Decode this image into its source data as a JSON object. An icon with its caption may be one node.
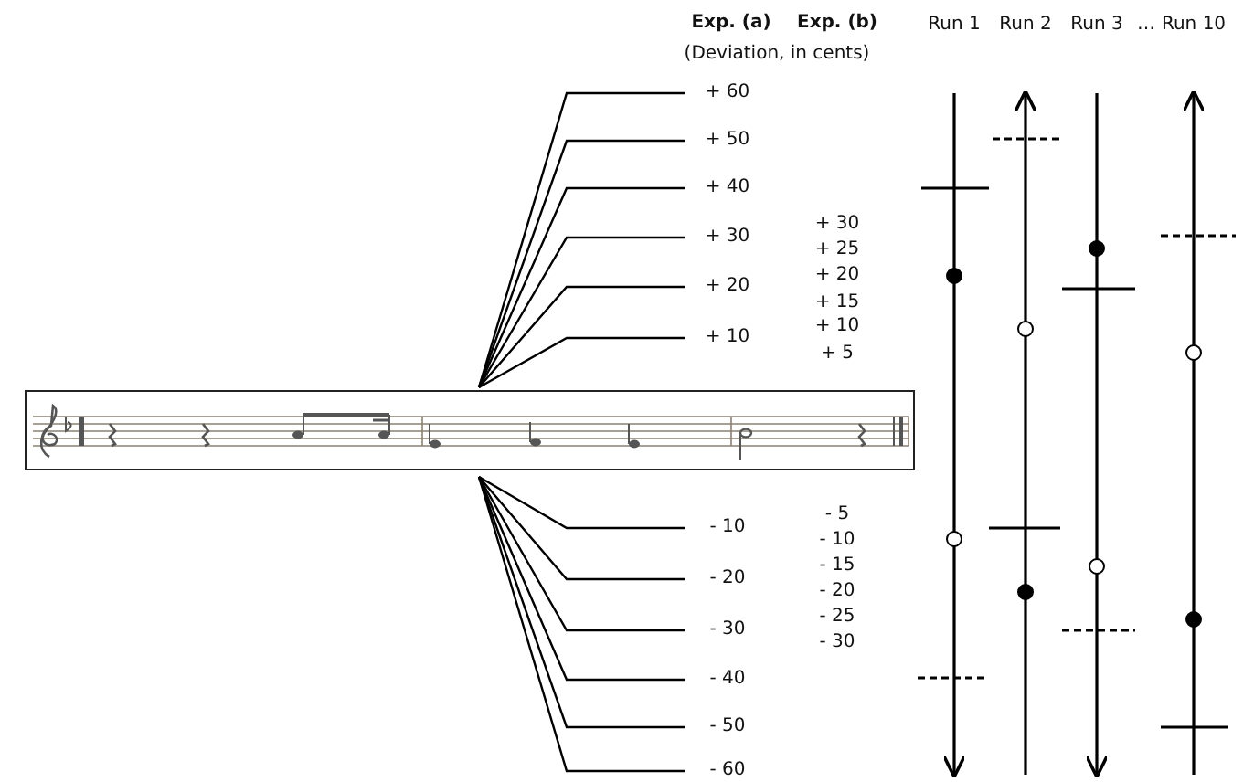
{
  "diagram": {
    "nodes": [
      {
        "text": [],
        "shape": "picture"
      },
      {
        "text": [
          "+ 60"
        ]
      },
      {
        "text": [
          "+ 50"
        ]
      },
      {
        "text": [
          "+ 40"
        ]
      },
      {
        "text": [
          "+ 30"
        ]
      },
      {
        "text": [
          "+ 20"
        ]
      },
      {
        "text": [
          "+ 10"
        ]
      },
      {
        "text": [
          "- 10"
        ]
      },
      {
        "text": [
          "- 20"
        ]
      },
      {
        "text": [
          "- 30"
        ]
      },
      {
        "text": [
          "- 40"
        ]
      },
      {
        "text": [
          "- 50"
        ]
      },
      {
        "text": [
          "- 60"
        ]
      }
    ],
    "edges": [
      {
        "from": 0,
        "to": 1,
        "arrow": "none"
      },
      {
        "from": 0,
        "to": 2,
        "arrow": "none"
      },
      {
        "from": 0,
        "to": 3,
        "arrow": "none"
      },
      {
        "from": 0,
        "to": 4,
        "arrow": "none"
      },
      {
        "from": 0,
        "to": 5,
        "arrow": "none"
      },
      {
        "from": 0,
        "to": 6,
        "arrow": "none"
      },
      {
        "from": 0,
        "to": 7,
        "arrow": "none"
      },
      {
        "from": 0,
        "to": 8,
        "arrow": "none"
      },
      {
        "from": 0,
        "to": 9,
        "arrow": "none"
      },
      {
        "from": 0,
        "to": 10,
        "arrow": "none"
      },
      {
        "from": 0,
        "to": 11,
        "arrow": "none"
      },
      {
        "from": 0,
        "to": 12,
        "arrow": "none"
      }
    ],
    "labels": [
      "Exp. (a)",
      "Exp. (b)",
      "Run 1",
      "Run 2",
      "Run 3",
      "…",
      "Run 10",
      "(Deviation, in cents)",
      "+ 30",
      "+ 25",
      "+ 20",
      "+ 15",
      "+ 10",
      "+ 5",
      "- 5",
      "- 10",
      "- 15",
      "- 20",
      "- 25",
      "- 30"
    ]
  }
}
